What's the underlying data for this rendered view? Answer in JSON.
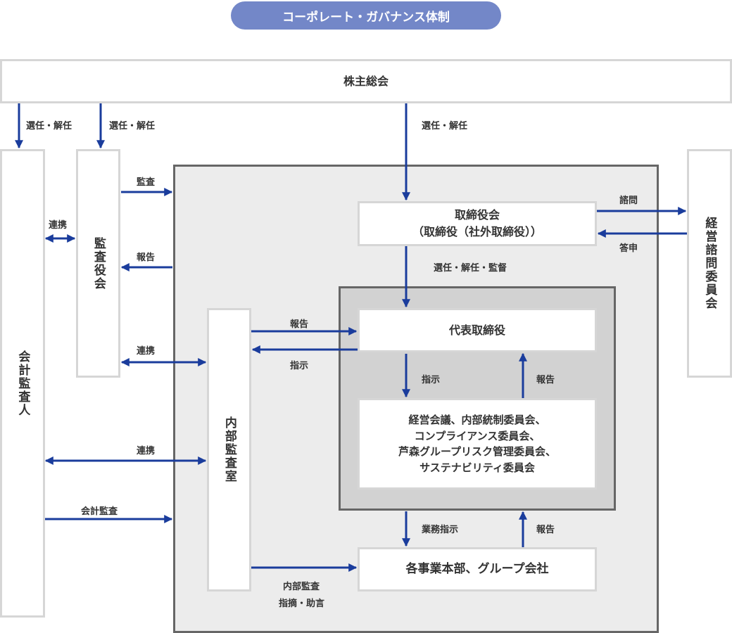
{
  "title": "コーポレート・ガバナンス体制",
  "nodes": {
    "shareholders": "株主総会",
    "auditor": "会計監査人",
    "audit_board": "監査役会",
    "internal_audit": "内部監査室",
    "board_line1": "取締役会",
    "board_line2": "（取締役（社外取締役））",
    "advisory": "経営諮問委員会",
    "ceo": "代表取締役",
    "committees": [
      "経営会議、内部統制委員会、",
      "コンプライアンス委員会、",
      "芦森グループリスク管理委員会、",
      "サステナビリティ委員会"
    ],
    "divisions": "各事業本部、グループ会社"
  },
  "labels": {
    "elect1": "選任・解任",
    "elect2": "選任・解任",
    "elect3": "選任・解任",
    "audit": "監査",
    "report_to_audit": "報告",
    "coop_auditor_board": "連携",
    "coop_board_internal": "連携",
    "coop_auditor_internal": "連携",
    "accounting_audit": "会計監査",
    "consult": "諮問",
    "reply": "答申",
    "elect_supervise": "選任・解任・監督",
    "report_internal_ceo": "報告",
    "instruct_ceo_internal": "指示",
    "instruct_ceo_comm": "指示",
    "report_comm_ceo": "報告",
    "business_instruct": "業務指示",
    "report_div": "報告",
    "internal_audit_line1": "内部監査",
    "internal_audit_line2": "指摘・助言"
  },
  "colors": {
    "accent": "#7387c8",
    "arrow": "#1a3c9c",
    "border": "#d6d6d6",
    "panel": "#ececec",
    "panel_inner": "#d2d2d2"
  }
}
